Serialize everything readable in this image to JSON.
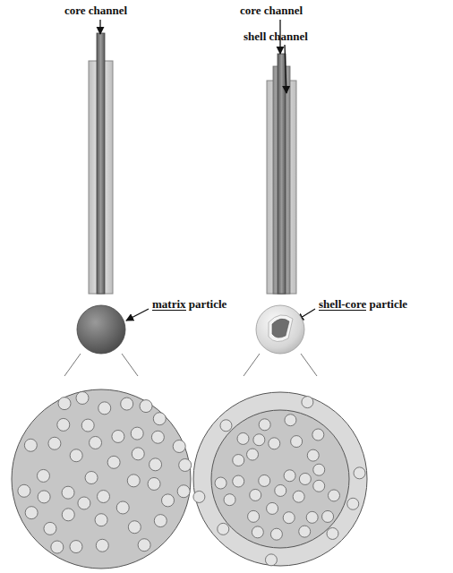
{
  "diagram": {
    "labels": [
      "core channel",
      "core channel",
      "shell channel",
      "matrix particle",
      "shell-core particle"
    ]
  }
}
